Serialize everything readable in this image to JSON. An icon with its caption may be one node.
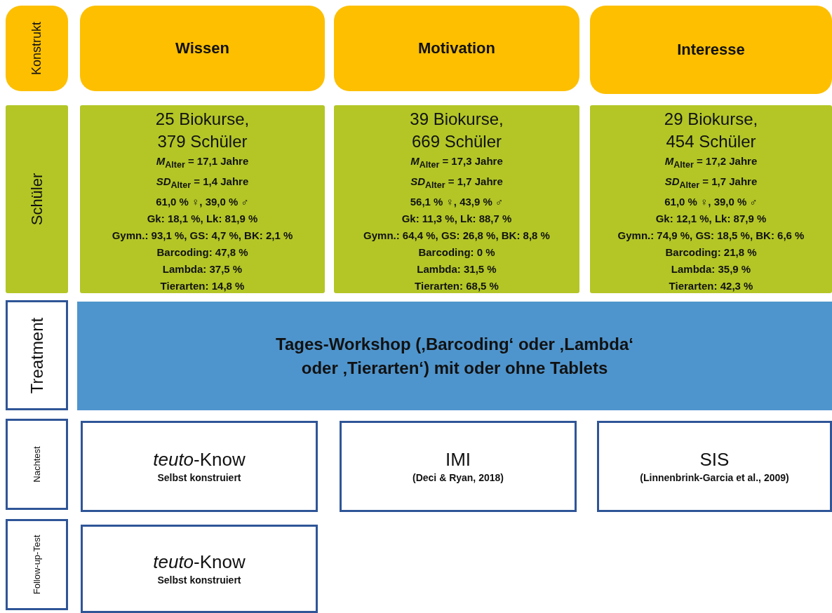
{
  "diagram": {
    "nodes": [
      {
        "text": [
          "Konstrukt"
        ]
      },
      {
        "text": [
          "Wissen"
        ]
      },
      {
        "text": [
          "Motivation"
        ]
      },
      {
        "text": [
          "Interesse"
        ]
      },
      {
        "text": [
          "Schüler"
        ]
      },
      {
        "text": [
          "25 Biokurse, 379 Schüler",
          "*M*$_{Alter}$ = 17,1 Jahre",
          "*SD*$_{Alter}$ = 1,4 Jahre",
          "61,0 % ♀, 39,0 % ♂",
          "Gk: 18,1 %, Lk: 81,9 %",
          "Gymn.: 93,1 %, GS: 4,7 %, BK: 2,1 %",
          "Barcoding: 47,8 %",
          "Lambda: 37,5 %",
          "Tierarten: 14,8 %"
        ]
      },
      {
        "text": [
          "39 Biokurse, 669 Schüler",
          "*M*$_{Alter}$ = 17,3 Jahre",
          "*SD*$_{Alter}$ = 1,7 Jahre",
          "56,1 % ♀, 43,9 % ♂",
          "Gk: 11,3 %, Lk: 88,7 %",
          "Gymn.: 64,4 %, GS: 26,8 %, BK: 8,8 %",
          "Barcoding: 0 %",
          "Lambda: 31,5 %",
          "Tierarten: 68,5 %"
        ]
      },
      {
        "text": [
          "29 Biokurse, 454 Schüler",
          "*M*$_{Alter}$ = 17,2 Jahre",
          "*SD*$_{Alter}$ = 1,7 Jahre",
          "61,0 % ♀, 39,0 % ♂",
          "Gk: 12,1 %, Lk: 87,9 %",
          "Gymn.: 74,9 %, GS: 18,5 %, BK: 6,6 %",
          "Barcoding: 21,8 %",
          "Lambda: 35,9 %",
          "Tierarten: 42,3 %"
        ]
      },
      {
        "text": [
          "Treatment"
        ]
      },
      {
        "text": [
          "Tages-Workshop (‚Barcoding‘ oder ‚Lambda‘ oder ‚Tierarten‘) mit oder ohne Tablets"
        ]
      },
      {
        "text": [
          "Nachtest"
        ]
      },
      {
        "text": [
          "*teuto*-Know",
          "Selbst konstruiert"
        ]
      },
      {
        "text": [
          "IMI",
          "(Deci & Ryan, 2018)"
        ]
      },
      {
        "text": [
          "SIS",
          "(Linnenbrink-Garcia et al., 2009)"
        ]
      },
      {
        "text": [
          "Follow-up-Test"
        ]
      },
      {
        "text": [
          "*teuto*-Know",
          "Selbst konstruiert"
        ]
      }
    ]
  }
}
